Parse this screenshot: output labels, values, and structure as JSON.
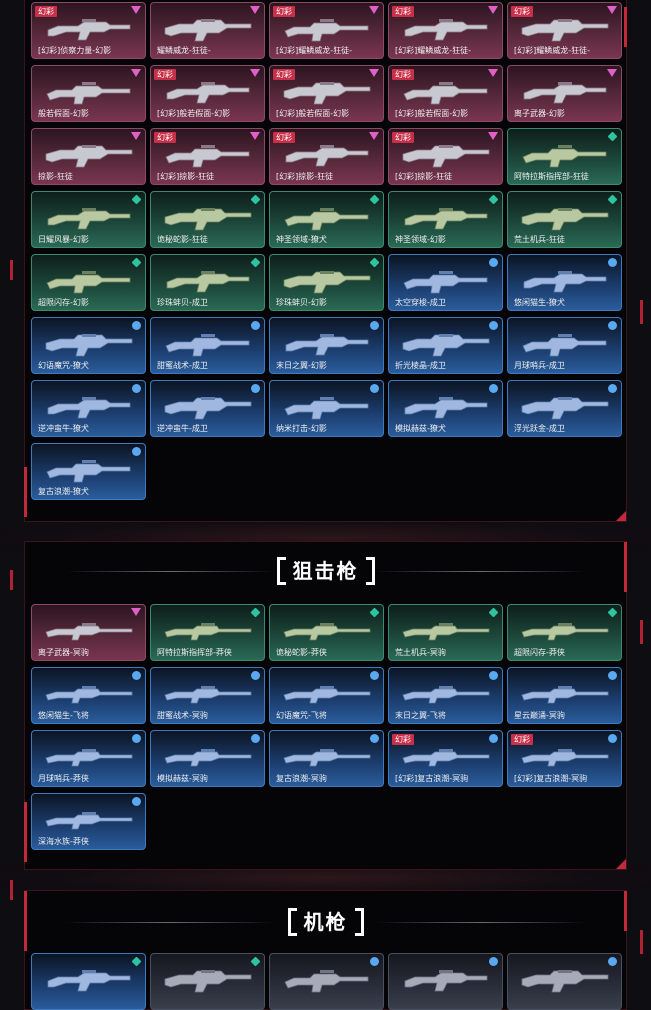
{
  "badge_text": "幻彩",
  "colors": {
    "accent": "#c3283b",
    "tier_pink": "#e060c8",
    "tier_green": "#2ec4a0",
    "tier_blue": "#5aa8f0"
  },
  "rifle_section": {
    "cards": [
      {
        "label": "[幻彩]侦察力量-幻影",
        "badge": true,
        "tier": "tri",
        "tone": "t-pink"
      },
      {
        "label": "耀鳞威龙-狂徒-",
        "badge": false,
        "tier": "tri",
        "tone": "t-pink"
      },
      {
        "label": "[幻彩]耀鳞威龙-狂徒-",
        "badge": true,
        "tier": "tri",
        "tone": "t-pink"
      },
      {
        "label": "[幻彩]耀鳞威龙-狂徒-",
        "badge": true,
        "tier": "tri",
        "tone": "t-pink"
      },
      {
        "label": "[幻彩]耀鳞威龙-狂徒-",
        "badge": true,
        "tier": "tri",
        "tone": "t-pink"
      },
      {
        "label": "般若假面-幻影",
        "badge": false,
        "tier": "tri",
        "tone": "t-pink"
      },
      {
        "label": "[幻彩]般若假面-幻影",
        "badge": true,
        "tier": "tri",
        "tone": "t-pink"
      },
      {
        "label": "[幻彩]般若假面-幻影",
        "badge": true,
        "tier": "tri",
        "tone": "t-pink"
      },
      {
        "label": "[幻彩]般若假面-幻影",
        "badge": true,
        "tier": "tri",
        "tone": "t-pink"
      },
      {
        "label": "离子武器-幻影",
        "badge": false,
        "tier": "tri",
        "tone": "t-pink"
      },
      {
        "label": "掠影-狂徒",
        "badge": false,
        "tier": "tri",
        "tone": "t-pink"
      },
      {
        "label": "[幻彩]掠影-狂徒",
        "badge": true,
        "tier": "tri",
        "tone": "t-pink"
      },
      {
        "label": "[幻彩]掠影-狂徒",
        "badge": true,
        "tier": "tri",
        "tone": "t-pink"
      },
      {
        "label": "[幻彩]掠影-狂徒",
        "badge": true,
        "tier": "tri",
        "tone": "t-pink"
      },
      {
        "label": "阿特拉斯指挥部-狂徒",
        "badge": false,
        "tier": "dia",
        "tone": "t-green"
      },
      {
        "label": "日耀风暴-幻影",
        "badge": false,
        "tier": "dia",
        "tone": "t-green"
      },
      {
        "label": "诡秘蛇影-狂徒",
        "badge": false,
        "tier": "dia",
        "tone": "t-green"
      },
      {
        "label": "神圣领域-獠犬",
        "badge": false,
        "tier": "dia",
        "tone": "t-green"
      },
      {
        "label": "神圣领域-幻影",
        "badge": false,
        "tier": "dia",
        "tone": "t-green"
      },
      {
        "label": "荒土机兵-狂徒",
        "badge": false,
        "tier": "dia",
        "tone": "t-green"
      },
      {
        "label": "超限闪存-幻影",
        "badge": false,
        "tier": "dia",
        "tone": "t-green"
      },
      {
        "label": "珍珠蚌贝-成卫",
        "badge": false,
        "tier": "dia",
        "tone": "t-green"
      },
      {
        "label": "珍珠蚌贝-幻影",
        "badge": false,
        "tier": "dia",
        "tone": "t-green"
      },
      {
        "label": "太空穿梭-成卫",
        "badge": false,
        "tier": "cir",
        "tone": "t-blue"
      },
      {
        "label": "悠闲猫生-獠犬",
        "badge": false,
        "tier": "cir",
        "tone": "t-blue"
      },
      {
        "label": "幻语魔咒-獠犬",
        "badge": false,
        "tier": "cir",
        "tone": "t-blue"
      },
      {
        "label": "甜蜜战术-成卫",
        "badge": false,
        "tier": "cir",
        "tone": "t-blue"
      },
      {
        "label": "末日之翼-幻影",
        "badge": false,
        "tier": "cir",
        "tone": "t-blue"
      },
      {
        "label": "折光棱晶-成卫",
        "badge": false,
        "tier": "cir",
        "tone": "t-blue"
      },
      {
        "label": "月球哨兵-成卫",
        "badge": false,
        "tier": "cir",
        "tone": "t-blue"
      },
      {
        "label": "逆冲蛮牛-獠犬",
        "badge": false,
        "tier": "cir",
        "tone": "t-blue"
      },
      {
        "label": "逆冲蛮牛-成卫",
        "badge": false,
        "tier": "cir",
        "tone": "t-blue"
      },
      {
        "label": "纳米打击-幻影",
        "badge": false,
        "tier": "cir",
        "tone": "t-blue"
      },
      {
        "label": "模拟赫兹-獠犬",
        "badge": false,
        "tier": "cir",
        "tone": "t-blue"
      },
      {
        "label": "浮光跃金-成卫",
        "badge": false,
        "tier": "cir",
        "tone": "t-blue"
      },
      {
        "label": "复古浪潮-獠犬",
        "badge": false,
        "tier": "cir",
        "tone": "t-blue"
      }
    ]
  },
  "sniper_section": {
    "title": "狙击枪",
    "cards": [
      {
        "label": "离子武器-冥驹",
        "badge": false,
        "tier": "tri",
        "tone": "t-pink"
      },
      {
        "label": "阿特拉斯指挥部-莽侠",
        "badge": false,
        "tier": "dia",
        "tone": "t-green"
      },
      {
        "label": "诡秘蛇影-莽侠",
        "badge": false,
        "tier": "dia",
        "tone": "t-green"
      },
      {
        "label": "荒土机兵-冥驹",
        "badge": false,
        "tier": "dia",
        "tone": "t-green"
      },
      {
        "label": "超限闪存-莽侠",
        "badge": false,
        "tier": "dia",
        "tone": "t-green"
      },
      {
        "label": "悠闲猫生-飞将",
        "badge": false,
        "tier": "cir",
        "tone": "t-blue"
      },
      {
        "label": "甜蜜战术-冥驹",
        "badge": false,
        "tier": "cir",
        "tone": "t-blue"
      },
      {
        "label": "幻语魔咒-飞将",
        "badge": false,
        "tier": "cir",
        "tone": "t-blue"
      },
      {
        "label": "末日之翼-飞将",
        "badge": false,
        "tier": "cir",
        "tone": "t-blue"
      },
      {
        "label": "星云巅涌-冥驹",
        "badge": false,
        "tier": "cir",
        "tone": "t-blue"
      },
      {
        "label": "月球哨兵-莽侠",
        "badge": false,
        "tier": "cir",
        "tone": "t-blue"
      },
      {
        "label": "模拟赫兹-冥驹",
        "badge": false,
        "tier": "cir",
        "tone": "t-blue"
      },
      {
        "label": "复古浪潮-冥驹",
        "badge": false,
        "tier": "cir",
        "tone": "t-blue"
      },
      {
        "label": "[幻彩]复古浪潮-冥驹",
        "badge": true,
        "tier": "cir",
        "tone": "t-blue"
      },
      {
        "label": "[幻彩]复古浪潮-冥驹",
        "badge": true,
        "tier": "cir",
        "tone": "t-blue"
      },
      {
        "label": "深海水族-莽侠",
        "badge": false,
        "tier": "cir",
        "tone": "t-blue"
      }
    ]
  },
  "machinegun_section": {
    "title": "机枪",
    "cards": [
      {
        "label": "",
        "badge": false,
        "tier": "dia",
        "tone": "t-blue"
      },
      {
        "label": "",
        "badge": false,
        "tier": "dia",
        "tone": "t-gray"
      },
      {
        "label": "",
        "badge": false,
        "tier": "cir",
        "tone": "t-gray"
      },
      {
        "label": "",
        "badge": false,
        "tier": "cir",
        "tone": "t-gray"
      },
      {
        "label": "",
        "badge": false,
        "tier": "cir",
        "tone": "t-gray"
      }
    ]
  }
}
